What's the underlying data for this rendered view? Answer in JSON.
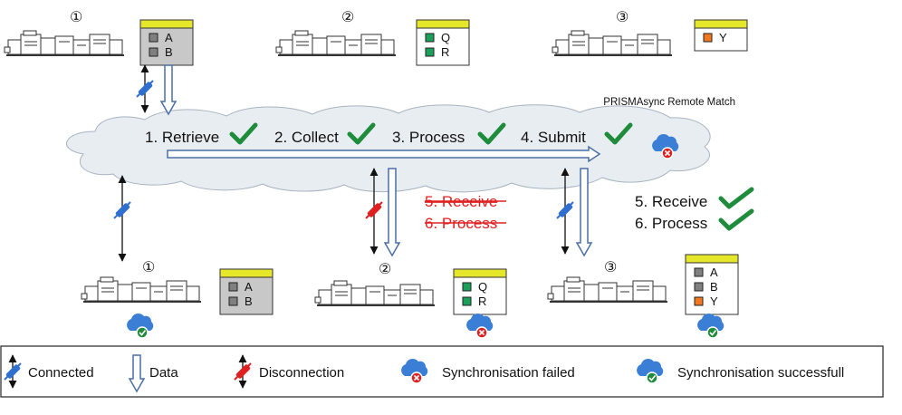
{
  "cloud": {
    "title": "PRISMAsync Remote Match",
    "steps": [
      "1. Retrieve",
      "2. Collect",
      "3. Process",
      "4. Submit"
    ],
    "status_icon": "cloud-sync-failed-icon"
  },
  "top_row": [
    {
      "number": "①",
      "items": [
        {
          "label": "A",
          "color": "#808080"
        },
        {
          "label": "B",
          "color": "#808080"
        }
      ],
      "panel_bg": "#c8c8c8"
    },
    {
      "number": "②",
      "items": [
        {
          "label": "Q",
          "color": "#1aa05a"
        },
        {
          "label": "R",
          "color": "#1aa05a"
        }
      ],
      "panel_bg": "#ffffff"
    },
    {
      "number": "③",
      "items": [
        {
          "label": "Y",
          "color": "#f07820"
        }
      ],
      "panel_bg": "#ffffff"
    }
  ],
  "bottom_row": [
    {
      "number": "①",
      "items": [
        {
          "label": "A",
          "color": "#808080"
        },
        {
          "label": "B",
          "color": "#808080"
        }
      ],
      "panel_bg": "#c8c8c8",
      "sync": "success"
    },
    {
      "number": "②",
      "items": [
        {
          "label": "Q",
          "color": "#1aa05a"
        },
        {
          "label": "R",
          "color": "#1aa05a"
        }
      ],
      "panel_bg": "#ffffff",
      "sync": "failed"
    },
    {
      "number": "③",
      "items": [
        {
          "label": "A",
          "color": "#808080"
        },
        {
          "label": "B",
          "color": "#808080"
        },
        {
          "label": "Y",
          "color": "#f07820"
        }
      ],
      "panel_bg": "#ffffff",
      "sync": "success"
    }
  ],
  "failed_steps": [
    "5. Receive",
    "6. Process"
  ],
  "success_steps": [
    "5. Receive",
    "6. Process"
  ],
  "legend": {
    "connected": "Connected",
    "data": "Data",
    "disconnection": "Disconnection",
    "sync_failed": "Synchronisation failed",
    "sync_success": "Synchronisation successfull"
  },
  "colors": {
    "panel_header": "#e6e62a",
    "data_arrow": "#4a6fa5",
    "check": "#1e8c3a",
    "error_red": "#e02020",
    "cloud_icon": "#3a7fd5",
    "connector_blue": "#2f6fd0"
  }
}
